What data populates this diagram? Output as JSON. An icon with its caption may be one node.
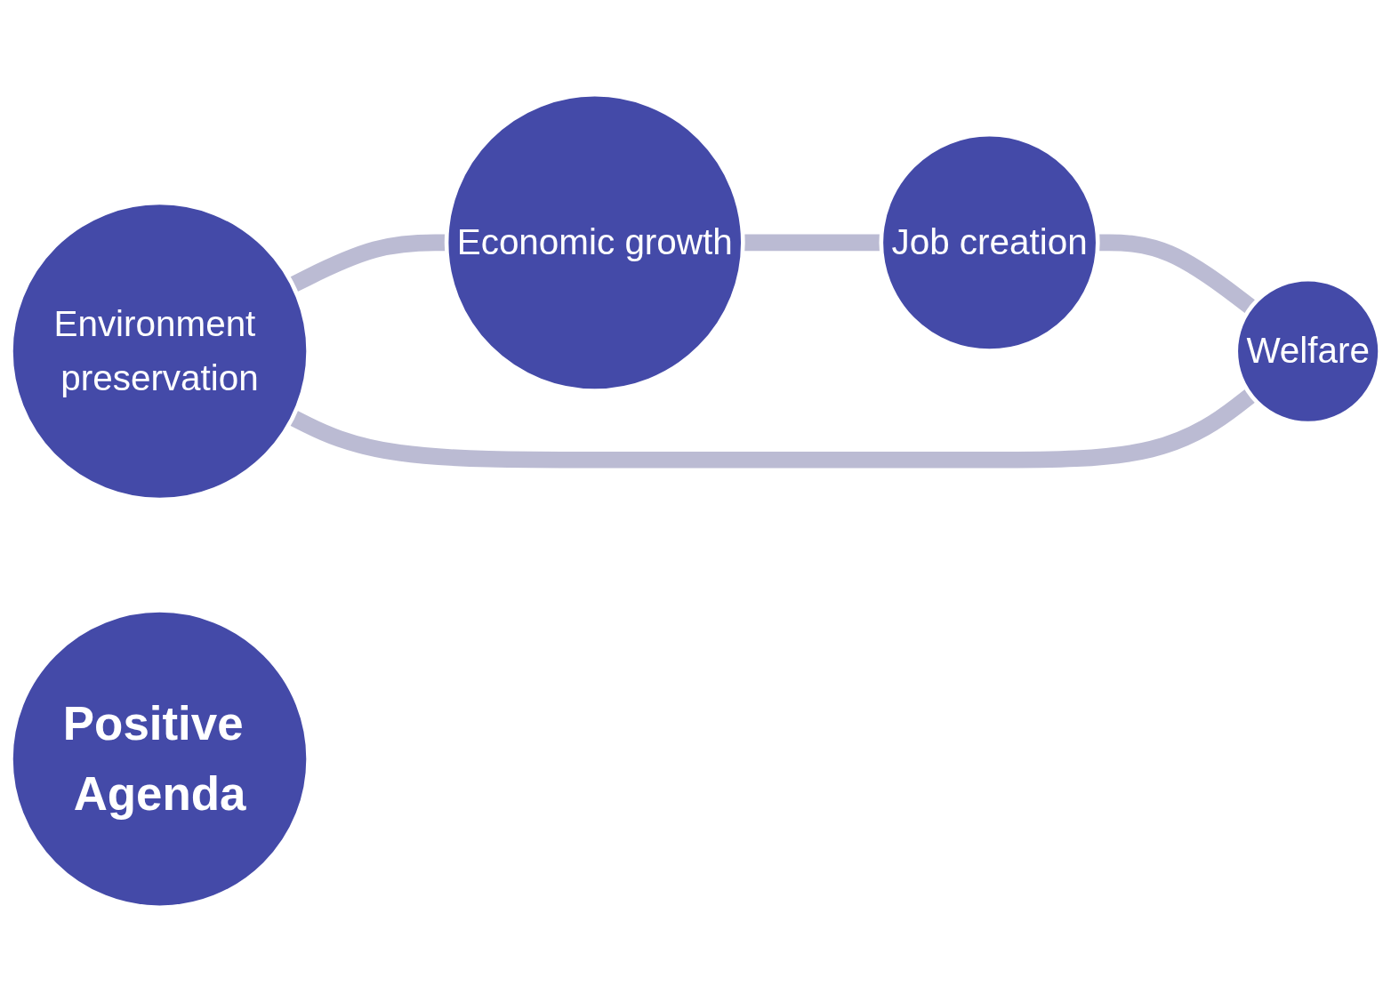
{
  "diagram": {
    "nodes": [
      {
        "text": [
          "Environment preservation"
        ]
      },
      {
        "text": [
          "Positive Agenda"
        ]
      },
      {
        "text": [
          "Welfare"
        ]
      },
      {
        "text": [
          "Economic growth"
        ]
      },
      {
        "text": [
          "Job creation"
        ]
      }
    ],
    "edges": [
      {
        "from": 0,
        "to": 3,
        "arrow": "none"
      },
      {
        "from": 3,
        "to": 4,
        "arrow": "none"
      },
      {
        "from": 4,
        "to": 2,
        "arrow": "none"
      },
      {
        "from": 2,
        "to": 0,
        "arrow": "none"
      }
    ]
  }
}
